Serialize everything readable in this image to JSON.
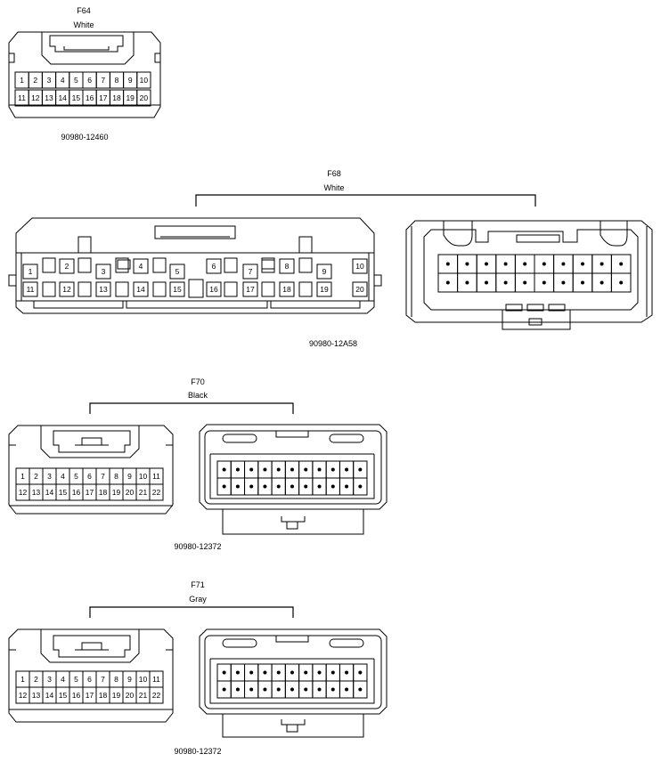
{
  "connectors": [
    {
      "code": "F64",
      "color": "White",
      "part": "90980-12460",
      "pins_top": [
        "1",
        "2",
        "3",
        "4",
        "5",
        "6",
        "7",
        "8",
        "9",
        "10"
      ],
      "pins_bottom": [
        "11",
        "12",
        "13",
        "14",
        "15",
        "16",
        "17",
        "18",
        "19",
        "20"
      ]
    },
    {
      "code": "F68",
      "color": "White",
      "part": "90980-12A58",
      "pins_top": [
        "1",
        "2",
        "3",
        "4",
        "5",
        "6",
        "7",
        "8",
        "9",
        "10"
      ],
      "pins_bottom": [
        "11",
        "12",
        "13",
        "14",
        "15",
        "16",
        "17",
        "18",
        "19",
        "20"
      ]
    },
    {
      "code": "F70",
      "color": "Black",
      "part": "90980-12372",
      "pins_top": [
        "1",
        "2",
        "3",
        "4",
        "5",
        "6",
        "7",
        "8",
        "9",
        "10",
        "11"
      ],
      "pins_bottom": [
        "12",
        "13",
        "14",
        "15",
        "16",
        "17",
        "18",
        "19",
        "20",
        "21",
        "22"
      ]
    },
    {
      "code": "F71",
      "color": "Gray",
      "part": "90980-12372",
      "pins_top": [
        "1",
        "2",
        "3",
        "4",
        "5",
        "6",
        "7",
        "8",
        "9",
        "10",
        "11"
      ],
      "pins_bottom": [
        "12",
        "13",
        "14",
        "15",
        "16",
        "17",
        "18",
        "19",
        "20",
        "21",
        "22"
      ]
    }
  ]
}
